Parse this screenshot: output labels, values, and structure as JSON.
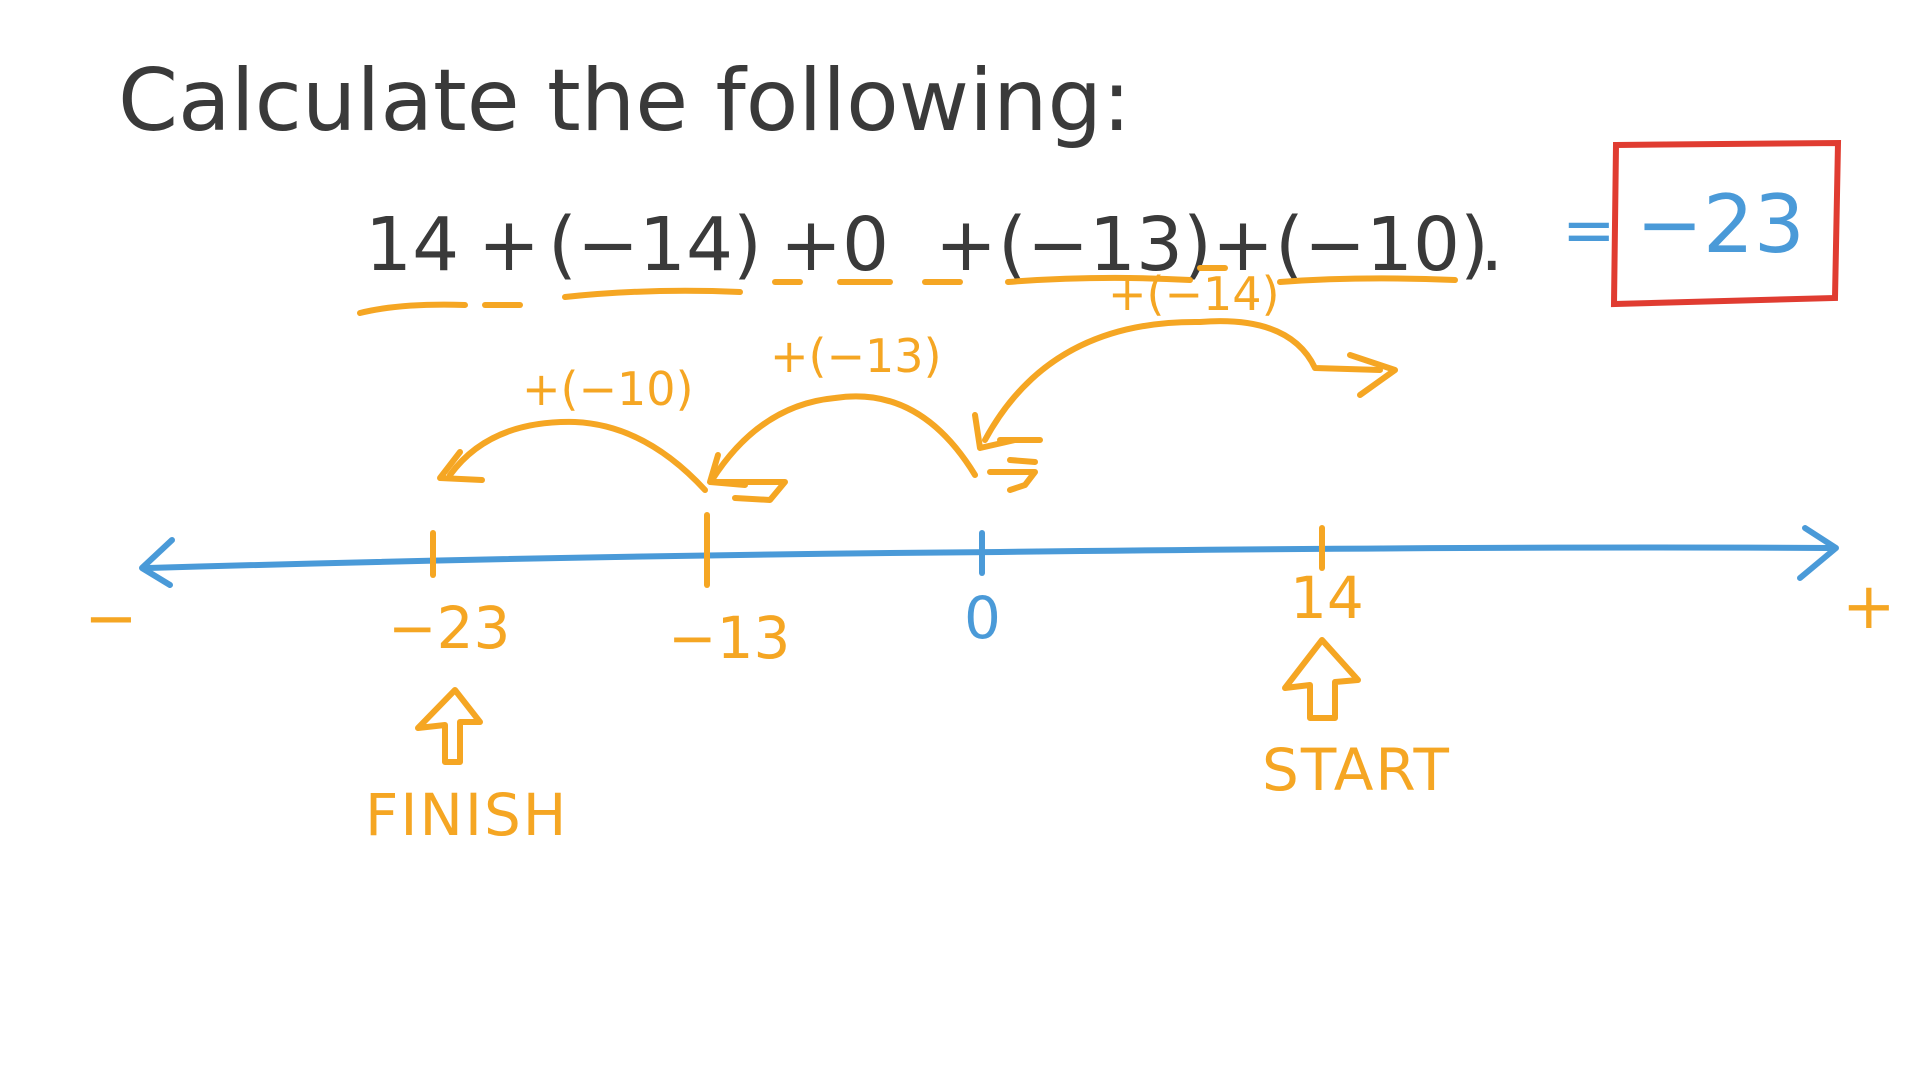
{
  "title": "Calculate the following:",
  "expression": {
    "terms": [
      "14",
      "+",
      "(−14)",
      "+",
      "0",
      "+",
      "(−13)",
      "+",
      "(−10)",
      "."
    ],
    "equals": "=",
    "answer": "−23"
  },
  "number_line": {
    "left_sign": "−",
    "right_sign": "+",
    "ticks": [
      {
        "label": "−23",
        "color": "#f5a623"
      },
      {
        "label": "−13",
        "color": "#f5a623"
      },
      {
        "label": "0",
        "color": "#4a9ad8"
      },
      {
        "label": "14",
        "color": "#f5a623"
      }
    ]
  },
  "hops": [
    {
      "label": "+(−14)"
    },
    {
      "label": "+(−13)"
    },
    {
      "label": "+(−10)"
    }
  ],
  "markers": {
    "start": "START",
    "finish": "FINISH"
  },
  "colors": {
    "ink": "#3a3a3a",
    "orange": "#f5a623",
    "blue": "#4a9ad8",
    "red": "#e03c31"
  }
}
